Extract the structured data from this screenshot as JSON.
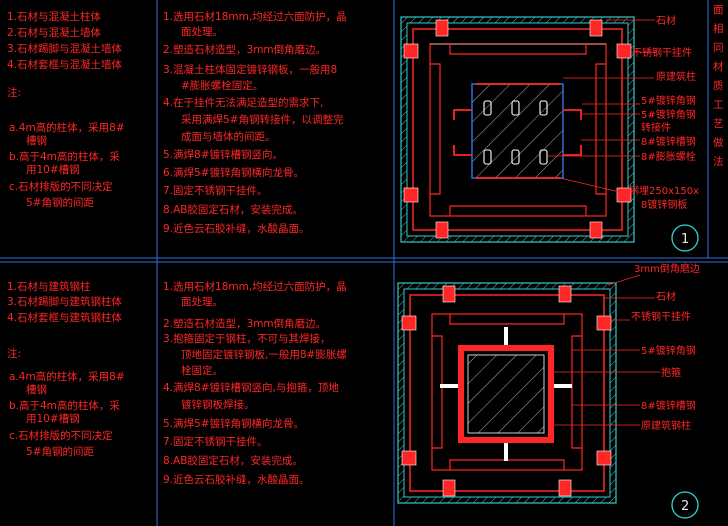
{
  "vertical_title": [
    "面",
    "相",
    "同",
    "材",
    "质",
    "工",
    "艺",
    "做",
    "法"
  ],
  "section_1": {
    "materials": [
      "1.石材与混凝土柱体",
      "2.石材与混凝土墙体",
      "3.石材踢脚与混凝土墙体",
      "4.石材套框与混凝土墙体"
    ],
    "note_title": "注:",
    "notes": [
      "a.4m高的柱体，采用8#",
      "槽钢",
      "b.高于4m高的柱体，采",
      "用10#槽钢",
      "c.石材排版的不同决定",
      "5#角钢的间距"
    ],
    "steps": [
      "1.选用石材18mm,均经过六面防护，晶",
      "面处理。",
      "2.塑造石材造型，3mm倒角磨边。",
      "3.混凝土柱体固定镀锌钢板，一般用8",
      "#膨胀螺栓固定。",
      "4.在于挂件无法满足造型的需求下,",
      "采用满焊5#角钢转接件，以调整完",
      "成面与墙体的间距。",
      "5.满焊8#镀锌槽钢竖向。",
      "6.满焊5#镀锌角钢横向龙骨。",
      "7.固定不锈钢干挂件。",
      "8.AB胶固定石材，安装完成。",
      "9.近色云石胶补缝，水酸晶面。"
    ],
    "callouts": [
      "石材",
      "不锈钢干挂件",
      "原建筑柱",
      "5#镀锌角钢",
      "5#镀锌角钢",
      "转接件",
      "8#镀锌槽钢",
      "8#膨胀螺栓",
      "钢埋250x150x",
      "8镀锌钢板"
    ],
    "number": "1"
  },
  "section_2": {
    "materials": [
      "1.石材与建筑钢柱",
      "3.石材踢脚与建筑钢柱体",
      "4.石材套框与建筑钢柱体"
    ],
    "note_title": "注:",
    "notes": [
      "a.4m高的柱体，采用8#",
      "槽钢",
      "b.高于4m高的柱体，采",
      "用10#槽钢",
      "c.石材排版的不同决定",
      "5#角钢的间距"
    ],
    "steps": [
      "1.选用石材18mm,均经过六面防护，晶",
      "面处理。",
      "2.塑造石材造型，3mm倒角磨边。",
      "3.抱箍固定于钢柱，不可与其焊接，",
      "顶地固定镀锌钢板,一般用8#膨胀螺",
      "栓固定。",
      "4.满焊8#镀锌槽钢竖向,与抱箍，顶地",
      "镀锌钢板焊接。",
      "5.满焊5#镀锌角钢横向龙骨。",
      "7.固定不锈钢干挂件。",
      "8.AB胶固定石材，安装完成。",
      "9.近色云石胶补缝，水酸晶面。"
    ],
    "callouts": [
      "3mm倒角磨边",
      "石材",
      "不锈钢干挂件",
      "5#镀锌角钢",
      "抱箍",
      "8#镀锌槽钢",
      "原建筑钢柱"
    ],
    "number": "2"
  },
  "colors": {
    "line_red": "#ff2626",
    "border_blue": "#2c6fd6",
    "stone_cyan": "#38c7c7",
    "text_white": "#e8e8e8"
  }
}
